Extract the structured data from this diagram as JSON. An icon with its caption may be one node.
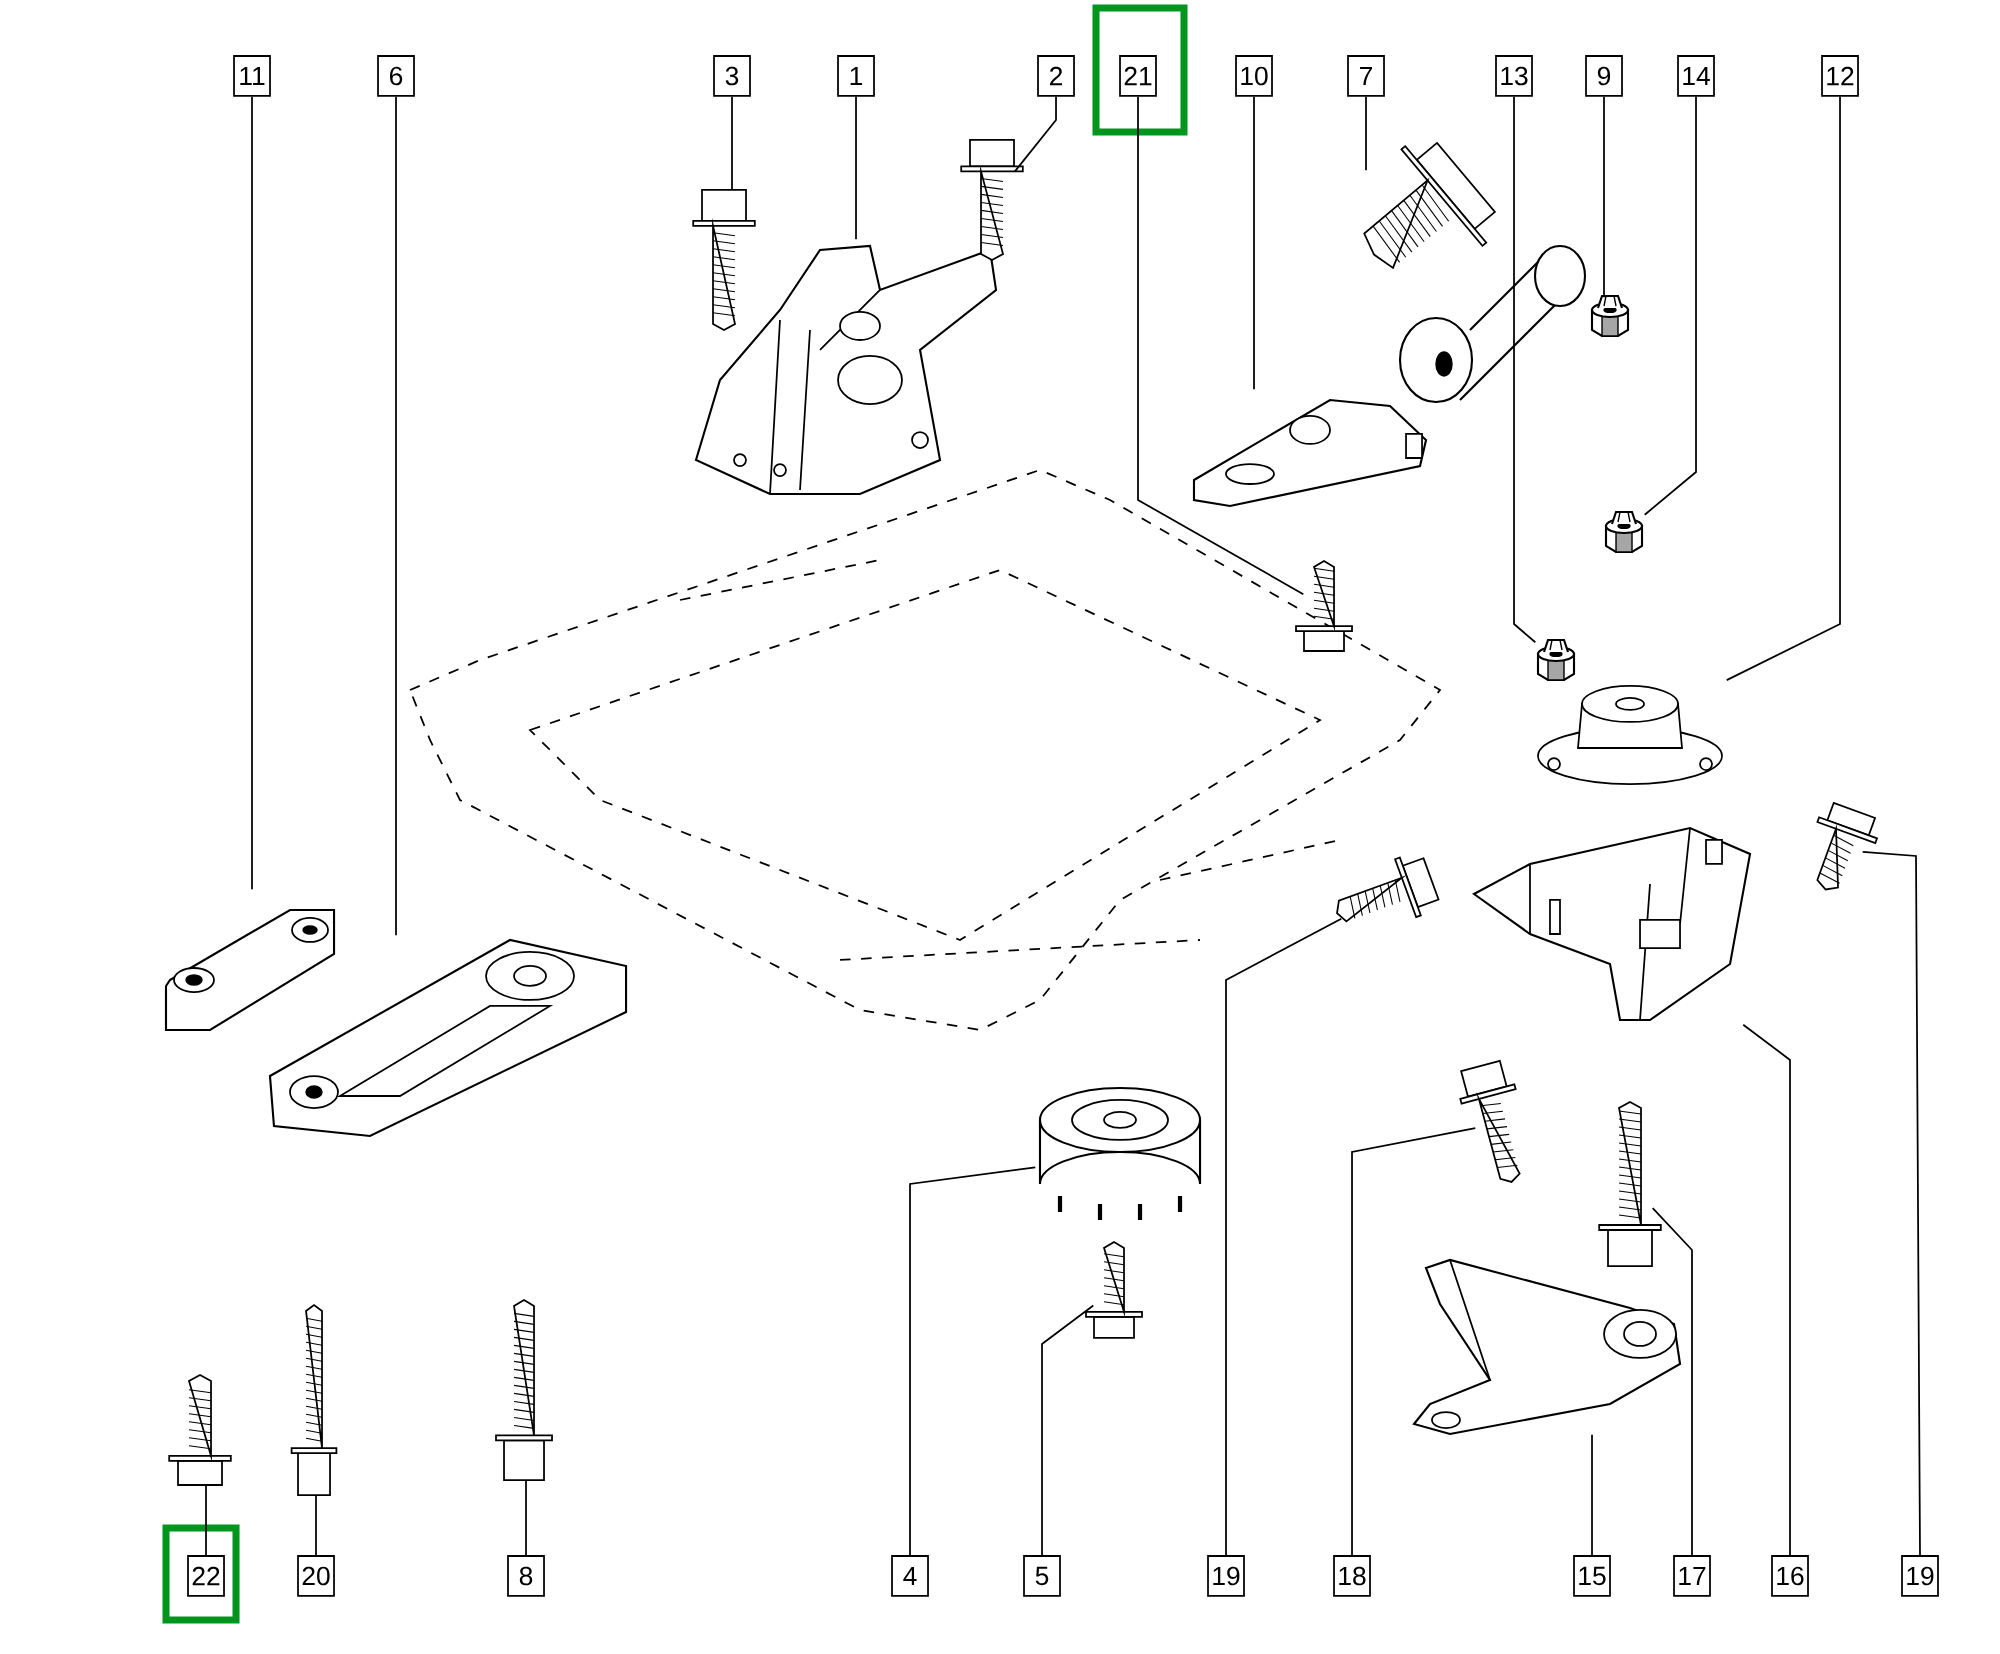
{
  "diagram": {
    "nodes": [
      {
        "text": [
          "11"
        ]
      },
      {
        "text": [
          "6"
        ]
      },
      {
        "text": [
          "3"
        ]
      },
      {
        "text": [
          "1"
        ]
      },
      {
        "text": [
          "2"
        ]
      },
      {
        "text": [
          "21"
        ]
      },
      {
        "text": [
          "10"
        ]
      },
      {
        "text": [
          "7"
        ]
      },
      {
        "text": [
          "13"
        ]
      },
      {
        "text": [
          "9"
        ]
      },
      {
        "text": [
          "14"
        ]
      },
      {
        "text": [
          "12"
        ]
      },
      {
        "text": [
          "22"
        ]
      },
      {
        "text": [
          "20"
        ]
      },
      {
        "text": [
          "8"
        ]
      },
      {
        "text": [
          "4"
        ]
      },
      {
        "text": [
          "5"
        ]
      },
      {
        "text": [
          "19"
        ]
      },
      {
        "text": [
          "18"
        ]
      },
      {
        "text": [
          "15"
        ]
      },
      {
        "text": [
          "17"
        ]
      },
      {
        "text": [
          "16"
        ]
      },
      {
        "text": [
          "19"
        ]
      },
      {
        "text": [],
        "shape": "picture"
      },
      {
        "text": [],
        "shape": "picture"
      },
      {
        "text": [],
        "shape": "picture"
      },
      {
        "text": [],
        "shape": "picture"
      },
      {
        "text": [],
        "shape": "picture"
      },
      {
        "text": [],
        "shape": "picture"
      },
      {
        "text": [],
        "shape": "picture"
      },
      {
        "text": [],
        "shape": "picture"
      },
      {
        "text": [],
        "shape": "picture"
      },
      {
        "text": [],
        "shape": "picture"
      },
      {
        "text": [],
        "shape": "picture"
      },
      {
        "text": [],
        "shape": "picture"
      },
      {
        "text": [],
        "shape": "picture"
      },
      {
        "text": [],
        "shape": "picture"
      },
      {
        "text": [],
        "shape": "picture"
      },
      {
        "text": [],
        "shape": "picture"
      },
      {
        "text": [],
        "shape": "picture"
      },
      {
        "text": [],
        "shape": "picture"
      },
      {
        "text": [],
        "shape": "picture"
      },
      {
        "text": [],
        "shape": "picture"
      },
      {
        "text": [],
        "shape": "picture"
      },
      {
        "text": [],
        "shape": "picture"
      },
      {
        "text": [],
        "shape": "picture"
      }
    ],
    "edges": [
      {
        "from": 0,
        "to": 23,
        "arrow": "none"
      },
      {
        "from": 1,
        "to": 24,
        "arrow": "none"
      },
      {
        "from": 2,
        "to": 25,
        "arrow": "none"
      },
      {
        "from": 3,
        "to": 26,
        "arrow": "none"
      },
      {
        "from": 4,
        "to": 27,
        "arrow": "none"
      },
      {
        "from": 5,
        "to": 28,
        "arrow": "none"
      },
      {
        "from": 6,
        "to": 29,
        "arrow": "none"
      },
      {
        "from": 7,
        "to": 30,
        "arrow": "none"
      },
      {
        "from": 8,
        "to": 33,
        "arrow": "none"
      },
      {
        "from": 9,
        "to": 31,
        "arrow": "none"
      },
      {
        "from": 10,
        "to": 32,
        "arrow": "none"
      },
      {
        "from": 11,
        "to": 34,
        "arrow": "none"
      },
      {
        "from": 12,
        "to": 43,
        "arrow": "none"
      },
      {
        "from": 13,
        "to": 44,
        "arrow": "none"
      },
      {
        "from": 14,
        "to": 45,
        "arrow": "none"
      },
      {
        "from": 15,
        "to": 35,
        "arrow": "none"
      },
      {
        "from": 16,
        "to": 36,
        "arrow": "none"
      },
      {
        "from": 17,
        "to": 37,
        "arrow": "none"
      },
      {
        "from": 18,
        "to": 38,
        "arrow": "none"
      },
      {
        "from": 19,
        "to": 39,
        "arrow": "none"
      },
      {
        "from": 20,
        "to": 40,
        "arrow": "none"
      },
      {
        "from": 21,
        "to": 41,
        "arrow": "none"
      },
      {
        "from": 22,
        "to": 42,
        "arrow": "none"
      }
    ]
  }
}
